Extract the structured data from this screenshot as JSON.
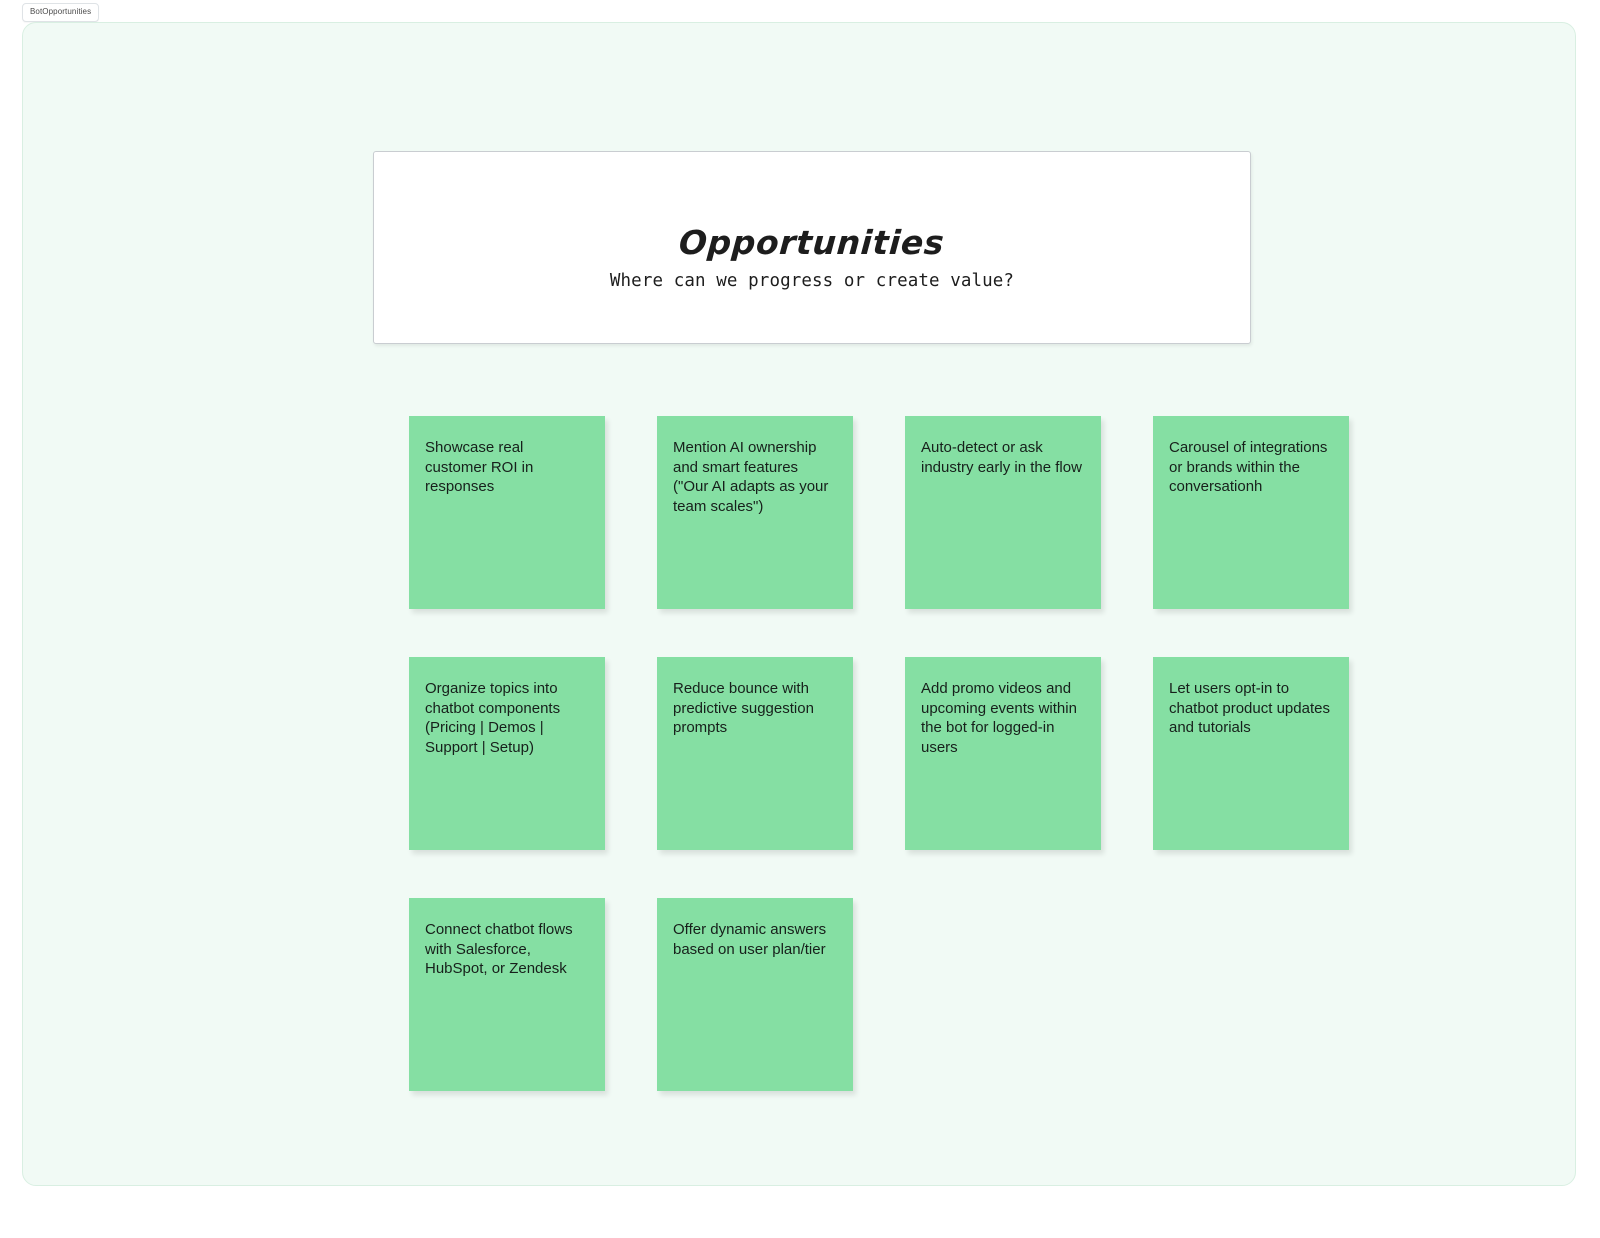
{
  "frame": {
    "tab_label": "BotOpportunities"
  },
  "title_card": {
    "heading": "Opportunities",
    "subheading": "Where can we progress or create value?"
  },
  "colors": {
    "canvas_background": "#f1faf5",
    "canvas_border": "#d9efe2",
    "note_fill": "#85dfa3",
    "note_text": "#17201b",
    "card_background": "#ffffff",
    "card_border": "#c9cdd1",
    "page_background": "#ffffff"
  },
  "notes": [
    {
      "id": "note-1",
      "text": "Showcase real customer ROI in responses"
    },
    {
      "id": "note-2",
      "text": "Mention AI ownership and smart features (\"Our AI adapts as your team scales\")"
    },
    {
      "id": "note-3",
      "text": "Auto-detect or ask industry early in the flow"
    },
    {
      "id": "note-4",
      "text": "Carousel of integrations or brands within the conversationh"
    },
    {
      "id": "note-5",
      "text": "Organize topics into chatbot components (Pricing | Demos | Support | Setup)"
    },
    {
      "id": "note-6",
      "text": "Reduce bounce with predictive suggestion prompts"
    },
    {
      "id": "note-7",
      "text": "Add promo videos and upcoming events within the bot for logged-in users"
    },
    {
      "id": "note-8",
      "text": "Let users opt-in to chatbot product updates and tutorials"
    },
    {
      "id": "note-9",
      "text": "Connect chatbot flows with Salesforce, HubSpot, or Zendesk"
    },
    {
      "id": "note-10",
      "text": "Offer dynamic answers based on user plan/tier"
    }
  ]
}
